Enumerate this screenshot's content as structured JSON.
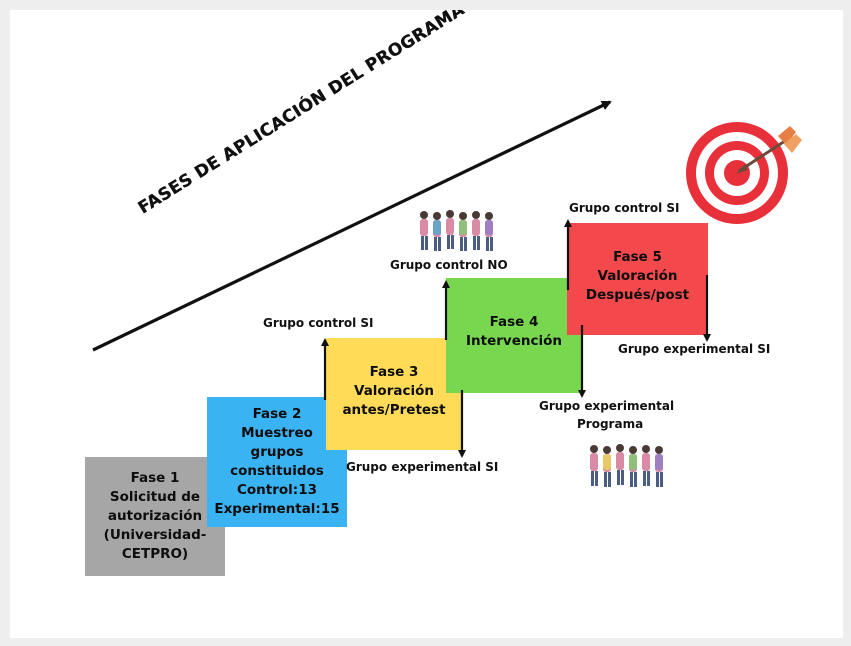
{
  "title": "FASES DE APLICACIÓN DEL PROGRAMA",
  "colors": {
    "fase1": "#a6a6a6",
    "fase2": "#3ab3f3",
    "fase3": "#ffdb58",
    "fase4": "#79d74f",
    "fase5": "#f3494c",
    "target_red": "#e8303a",
    "arrow": "#111111"
  },
  "phases": [
    {
      "lines": [
        "Fase 1",
        "Solicitud de",
        "autorización",
        "(Universidad-",
        "CETPRO)"
      ]
    },
    {
      "lines": [
        "Fase 2",
        "Muestreo",
        "grupos",
        "constituidos",
        "Control:13",
        "Experimental:15"
      ]
    },
    {
      "lines": [
        "Fase 3",
        "Valoración",
        "antes/Pretest"
      ]
    },
    {
      "lines": [
        "Fase 4",
        "Intervención"
      ]
    },
    {
      "lines": [
        "Fase 5",
        "Valoración",
        "Después/post"
      ]
    }
  ],
  "labels": {
    "fase3_top": "Grupo control SI",
    "fase3_bottom": "Grupo experimental SI",
    "fase4_top": "Grupo control NO",
    "fase4_bottom_1": "Grupo experimental",
    "fase4_bottom_2": "Programa",
    "fase5_top": "Grupo control SI",
    "fase5_bottom": "Grupo experimental SI"
  },
  "icons": {
    "target": "target-with-arrow-icon",
    "people": "group-of-women-illustration"
  }
}
